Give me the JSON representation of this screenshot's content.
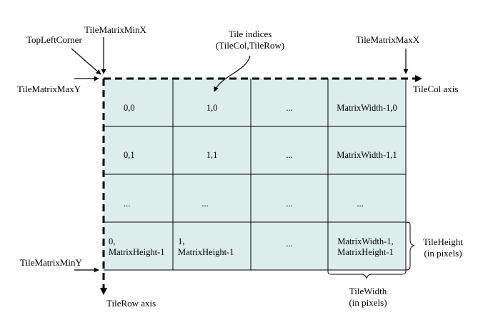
{
  "labels": {
    "top_left_corner": "TopLeftCorner",
    "tile_matrix_min_x": "TileMatrixMinX",
    "tile_matrix_max_x": "TileMatrixMaxX",
    "tile_matrix_max_y": "TileMatrixMaxY",
    "tile_matrix_min_y": "TileMatrixMinY",
    "tile_indices_line1": "Tile indices",
    "tile_indices_line2": "(TileCol,TileRow)",
    "tile_col_axis": "TileCol axis",
    "tile_row_axis": "TileRow axis",
    "tile_height_line1": "TileHeight",
    "tile_height_line2": "(in pixels)",
    "tile_width_line1": "TileWidth",
    "tile_width_line2": "(in pixels)"
  },
  "grid": {
    "fill_color": "#dcedec",
    "rows": [
      [
        "0,0",
        "1,0",
        "...",
        "MatrixWidth-1,0"
      ],
      [
        "0,1",
        "1,1",
        "...",
        "MatrixWidth-1,1"
      ],
      [
        "...",
        "...",
        "...",
        "..."
      ],
      [
        "0,\nMatrixHeight-1",
        "1,\nMatrixHeight-1",
        "...",
        "MatrixWidth-1,\nMatrixHeight-1"
      ]
    ]
  }
}
